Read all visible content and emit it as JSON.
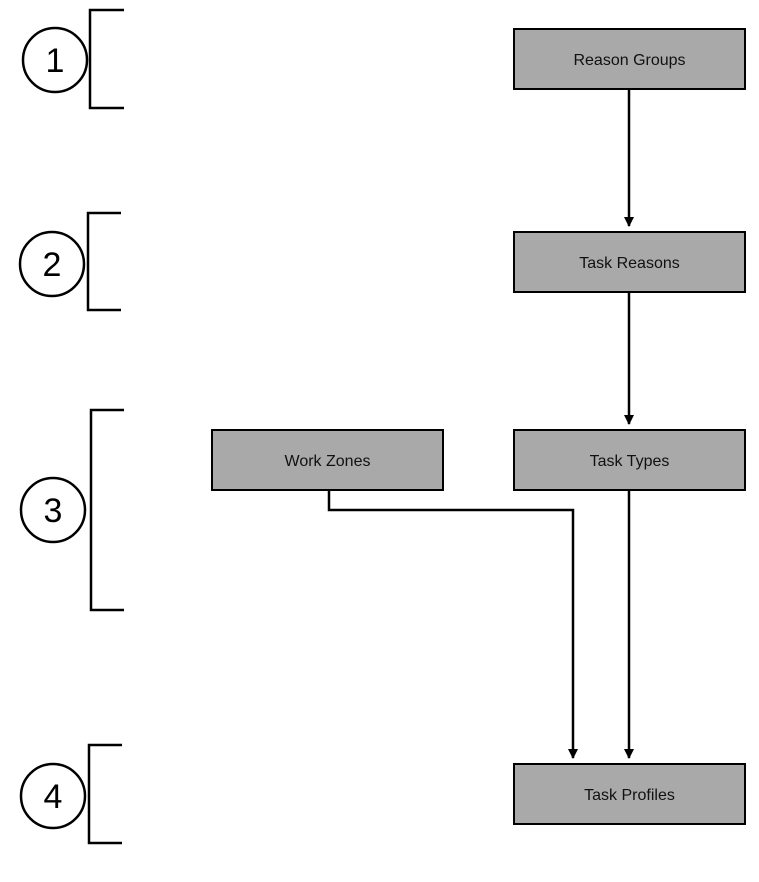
{
  "steps": [
    {
      "number": "1"
    },
    {
      "number": "2"
    },
    {
      "number": "3"
    },
    {
      "number": "4"
    }
  ],
  "boxes": {
    "reason_groups": "Reason Groups",
    "task_reasons": "Task Reasons",
    "work_zones": "Work Zones",
    "task_types": "Task Types",
    "task_profiles": "Task Profiles"
  },
  "colors": {
    "box_fill": "#a9a9a9",
    "stroke": "#000000"
  }
}
